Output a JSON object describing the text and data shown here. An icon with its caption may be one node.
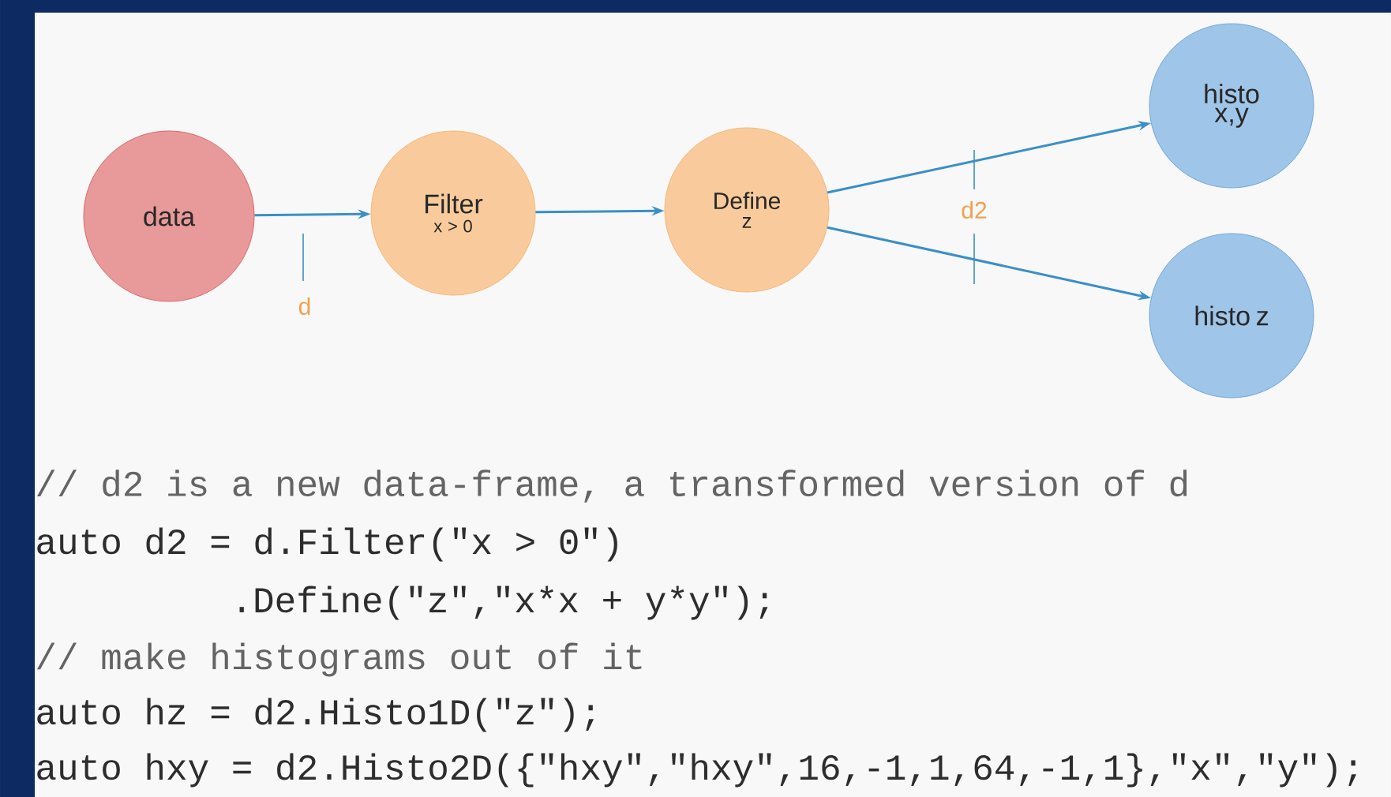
{
  "diagram": {
    "nodes": [
      {
        "text": [
          "data"
        ]
      },
      {
        "text": [
          "Filter",
          "x > 0"
        ]
      },
      {
        "text": [
          "Define",
          "z"
        ]
      },
      {
        "text": [
          "histo x,y"
        ]
      },
      {
        "text": [
          "histo z"
        ]
      }
    ],
    "edges": [
      {
        "from": 0,
        "to": 1,
        "arrow": "to"
      },
      {
        "from": 1,
        "to": 2,
        "arrow": "to"
      },
      {
        "from": 2,
        "to": 3,
        "arrow": "to"
      },
      {
        "from": 2,
        "to": 4,
        "arrow": "to"
      }
    ],
    "labels": [
      "d",
      "d2",
      "// d2 is a new data-frame, a transformed version of d",
      "auto d2 = d.Filter(\"x > 0\")",
      ".Define(\"z\",\"x*x + y*y\");",
      "// make histograms out of it",
      "auto hz = d2.Histo1D(\"z\");",
      "auto hxy = d2.Histo2D({\"hxy\",\"hxy\",16,-1,1,64,-1,1},\"x\",\"y\");"
    ]
  }
}
